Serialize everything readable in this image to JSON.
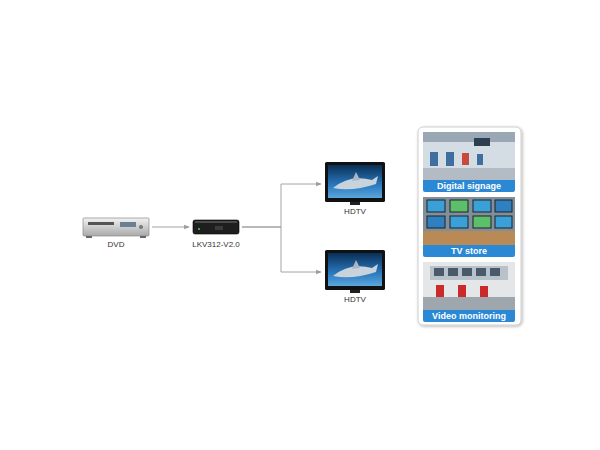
{
  "diagram": {
    "nodes": [
      {
        "text": [
          "DVD"
        ]
      },
      {
        "text": [
          "LKV312-V2.0"
        ]
      },
      {
        "text": [
          "HDTV"
        ]
      },
      {
        "text": [
          "HDTV"
        ]
      },
      {
        "text": [
          "Digital signage"
        ]
      },
      {
        "text": [
          "TV store"
        ]
      },
      {
        "text": [
          "Video monitoring"
        ]
      }
    ],
    "edges": [
      {
        "from": 0,
        "to": 1,
        "arrow": "to"
      },
      {
        "from": 1,
        "to": 2,
        "arrow": "to"
      },
      {
        "from": 1,
        "to": 3,
        "arrow": "to"
      }
    ]
  }
}
